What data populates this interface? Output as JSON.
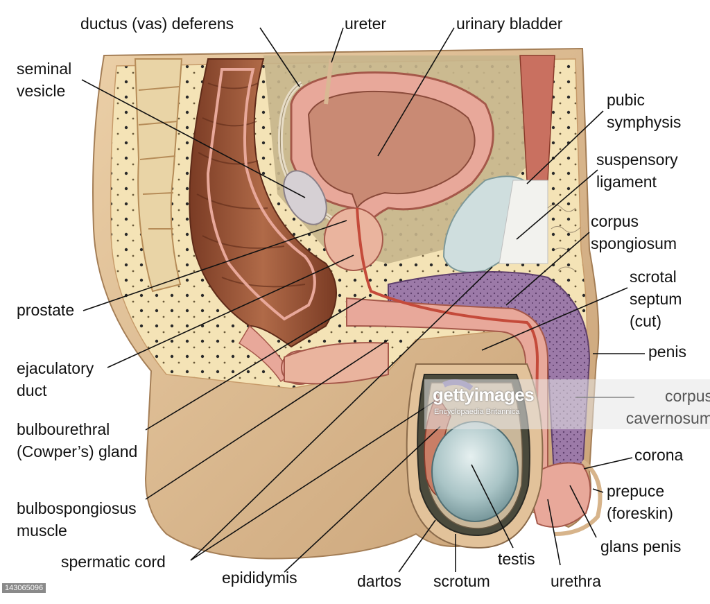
{
  "labels": {
    "ductus_deferens": "ductus (vas) deferens",
    "ureter": "ureter",
    "urinary_bladder": "urinary bladder",
    "seminal_vesicle": "seminal\nvesicle",
    "pubic_symphysis": "pubic\nsymphysis",
    "suspensory_ligament": "suspensory\nligament",
    "corpus_spongiosum": "corpus\nspongiosum",
    "scrotal_septum": "scrotal\nseptum\n(cut)",
    "penis": "penis",
    "corpus_cavernosum": "corpus\ncavernosum",
    "corona": "corona",
    "prepuce": "prepuce\n(foreskin)",
    "glans_penis": "glans penis",
    "prostate": "prostate",
    "ejaculatory_duct": "ejaculatory\nduct",
    "bulbourethral_gland": "bulbourethral\n(Cowper’s) gland",
    "bulbospongiosus_muscle": "bulbospongiosus\nmuscle",
    "spermatic_cord": "spermatic cord",
    "epididymis": "epididymis",
    "dartos": "dartos",
    "scrotum": "scrotum",
    "testis": "testis",
    "urethra": "urethra"
  },
  "watermark": {
    "brand": "gettyimages",
    "credit": "Encyclopaedia Britannica",
    "image_id": "143065096"
  },
  "colors": {
    "skin": "#e2c29a",
    "fat": "#f4e2b4",
    "muscle": "#9a5438",
    "erectile": "#8a6a98",
    "mucosa": "#e8a89a",
    "testis": "#a9c4c6",
    "cartilage": "#cfdede",
    "leader": "#111111"
  }
}
